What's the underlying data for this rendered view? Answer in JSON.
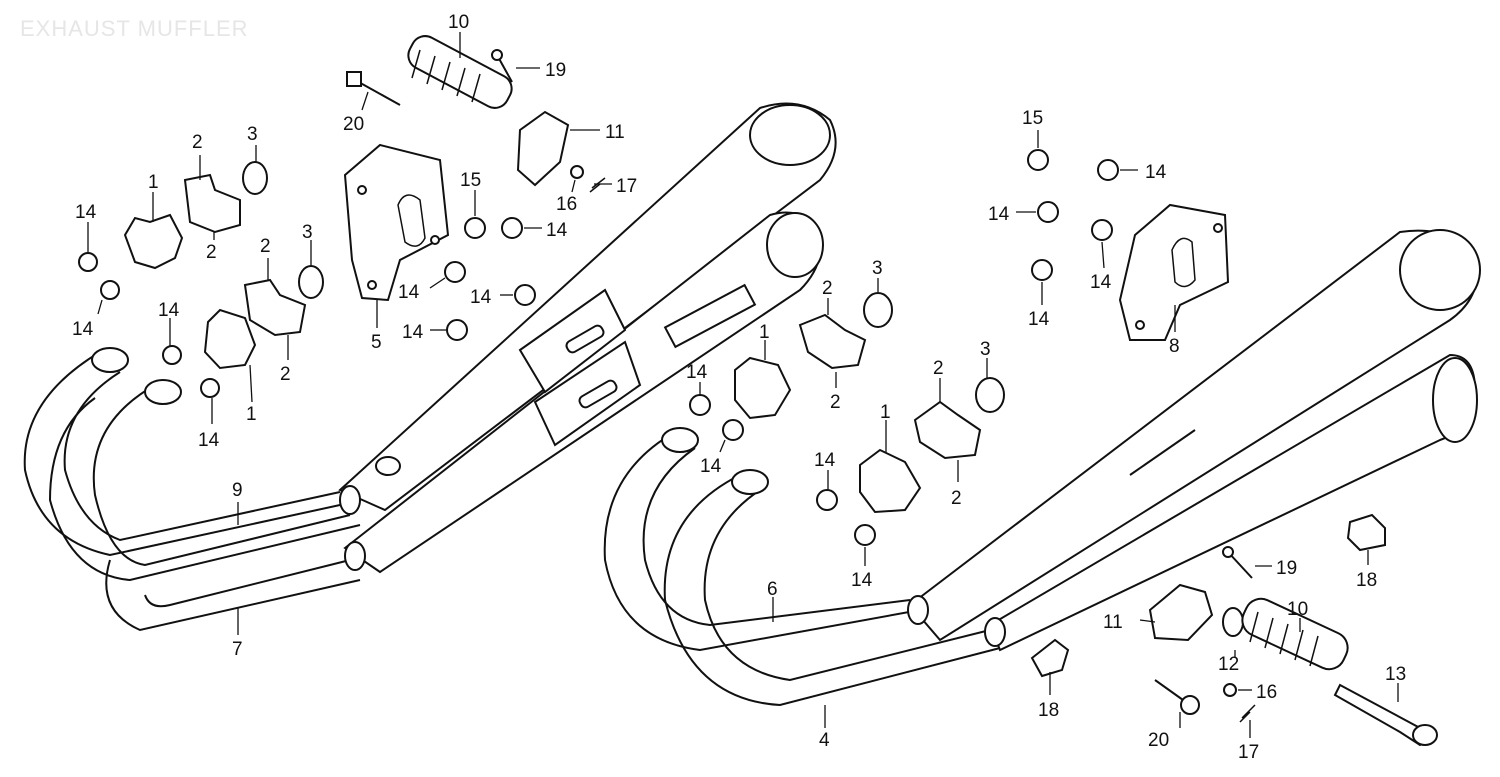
{
  "title": "EXHAUST MUFFLER",
  "callouts": [
    {
      "id": "c1a",
      "text": "1"
    },
    {
      "id": "c1b",
      "text": "1"
    },
    {
      "id": "c1c",
      "text": "1"
    },
    {
      "id": "c1d",
      "text": "1"
    },
    {
      "id": "c2a",
      "text": "2"
    },
    {
      "id": "c2b",
      "text": "2"
    },
    {
      "id": "c2c",
      "text": "2"
    },
    {
      "id": "c2d",
      "text": "2"
    },
    {
      "id": "c2e",
      "text": "2"
    },
    {
      "id": "c2f",
      "text": "2"
    },
    {
      "id": "c2g",
      "text": "2"
    },
    {
      "id": "c2h",
      "text": "2"
    },
    {
      "id": "c3a",
      "text": "3"
    },
    {
      "id": "c3b",
      "text": "3"
    },
    {
      "id": "c3c",
      "text": "3"
    },
    {
      "id": "c3d",
      "text": "3"
    },
    {
      "id": "c4",
      "text": "4"
    },
    {
      "id": "c5",
      "text": "5"
    },
    {
      "id": "c6",
      "text": "6"
    },
    {
      "id": "c7",
      "text": "7"
    },
    {
      "id": "c8",
      "text": "8"
    },
    {
      "id": "c9",
      "text": "9"
    },
    {
      "id": "c10a",
      "text": "10"
    },
    {
      "id": "c10b",
      "text": "10"
    },
    {
      "id": "c11a",
      "text": "11"
    },
    {
      "id": "c11b",
      "text": "11"
    },
    {
      "id": "c12",
      "text": "12"
    },
    {
      "id": "c13",
      "text": "13"
    },
    {
      "id": "c14a",
      "text": "14"
    },
    {
      "id": "c14b",
      "text": "14"
    },
    {
      "id": "c14c",
      "text": "14"
    },
    {
      "id": "c14d",
      "text": "14"
    },
    {
      "id": "c14e",
      "text": "14"
    },
    {
      "id": "c14f",
      "text": "14"
    },
    {
      "id": "c14g",
      "text": "14"
    },
    {
      "id": "c14h",
      "text": "14"
    },
    {
      "id": "c14i",
      "text": "14"
    },
    {
      "id": "c14j",
      "text": "14"
    },
    {
      "id": "c14k",
      "text": "14"
    },
    {
      "id": "c14l",
      "text": "14"
    },
    {
      "id": "c14m",
      "text": "14"
    },
    {
      "id": "c14n",
      "text": "14"
    },
    {
      "id": "c14o",
      "text": "14"
    },
    {
      "id": "c14p",
      "text": "14"
    },
    {
      "id": "c15a",
      "text": "15"
    },
    {
      "id": "c15b",
      "text": "15"
    },
    {
      "id": "c16a",
      "text": "16"
    },
    {
      "id": "c16b",
      "text": "16"
    },
    {
      "id": "c17a",
      "text": "17"
    },
    {
      "id": "c17b",
      "text": "17"
    },
    {
      "id": "c18a",
      "text": "18"
    },
    {
      "id": "c18b",
      "text": "18"
    },
    {
      "id": "c19a",
      "text": "19"
    },
    {
      "id": "c19b",
      "text": "19"
    },
    {
      "id": "c20a",
      "text": "20"
    },
    {
      "id": "c20b",
      "text": "20"
    }
  ]
}
